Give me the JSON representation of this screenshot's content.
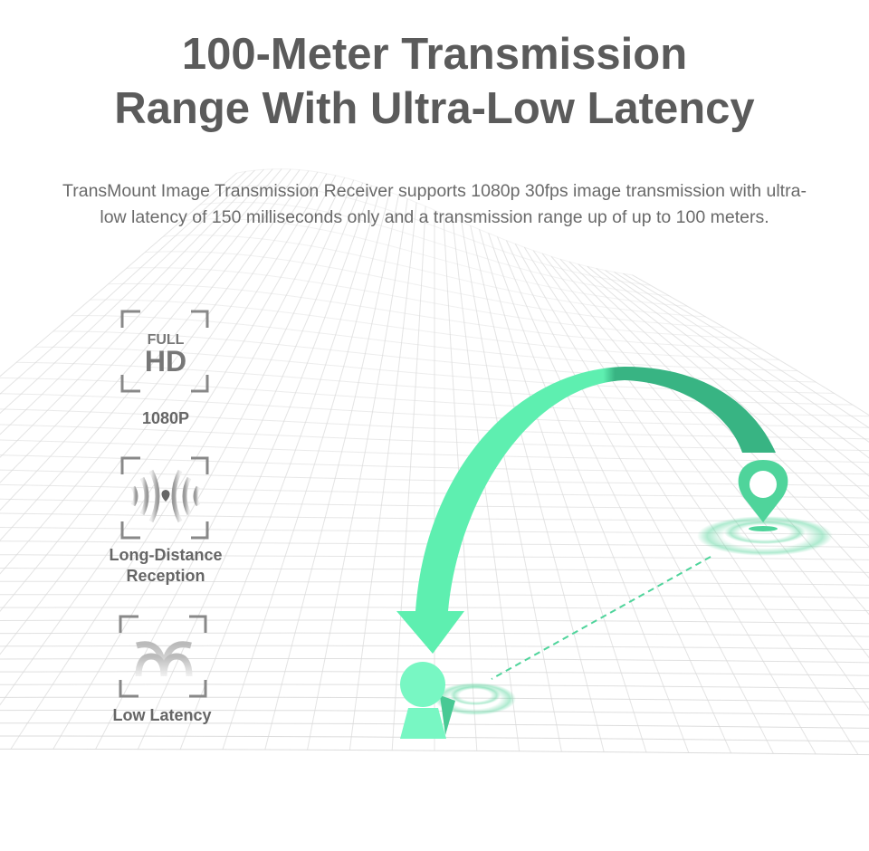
{
  "header": {
    "title_line1": "100-Meter Transmission",
    "title_line2": "Range With Ultra-Low Latency",
    "description": "TransMount Image Transmission Receiver supports 1080p 30fps image transmission with ultra-low latency of 150 milliseconds only and a transmission range up of up to 100 meters."
  },
  "features": [
    {
      "icon": "full-hd-icon",
      "icon_text_top": "FULL",
      "icon_text_bottom": "HD",
      "label": "1080P"
    },
    {
      "icon": "signal-waves-icon",
      "label_line1": "Long-Distance",
      "label_line2": "Reception"
    },
    {
      "icon": "low-latency-icon",
      "label": "Low Latency"
    }
  ],
  "colors": {
    "accent_light": "#5eefb0",
    "accent_dark": "#38b483",
    "text": "#5b5b5b"
  }
}
